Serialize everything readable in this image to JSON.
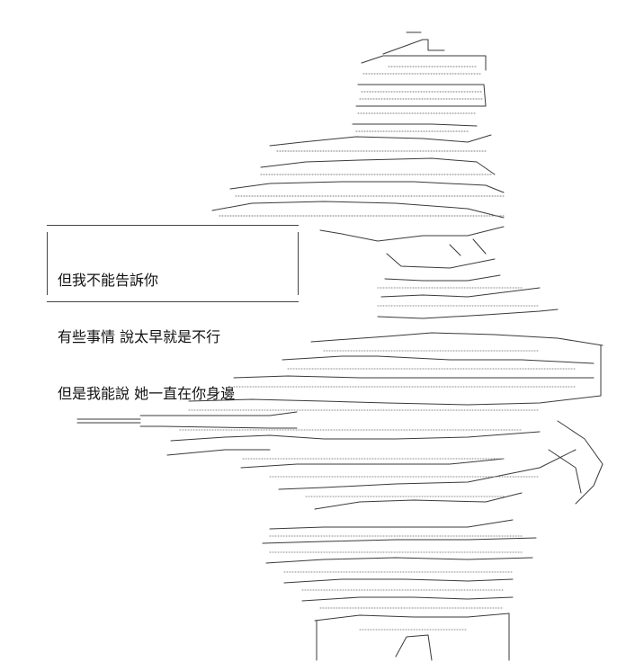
{
  "speech_bubble": {
    "lines": [
      "但我不能告訴你",
      "有些事情 說太早就是不行",
      "但是我能說 她一直在你身邊"
    ]
  },
  "art": {
    "subject": "ascii-art-character-with-hat-holding-sword",
    "ink_color": "#333333",
    "background_color": "#ffffff"
  }
}
